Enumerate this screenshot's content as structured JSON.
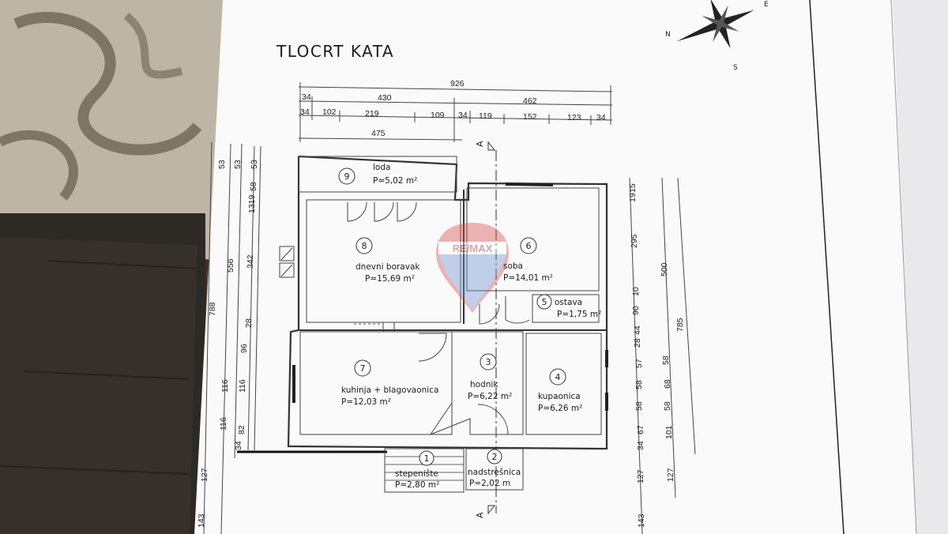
{
  "title": "TLOCRT KATA",
  "compass": {
    "north": "N",
    "south": "S",
    "east": "E"
  },
  "watermark": {
    "brand": "RE/MAX"
  },
  "rooms": [
    {
      "num": "1",
      "name": "stepenište",
      "area": "P=2,80 m²"
    },
    {
      "num": "2",
      "name": "nadstrešnica",
      "area": "P=2,02 m"
    },
    {
      "num": "3",
      "name": "hodnik",
      "area": "P=6,22 m²"
    },
    {
      "num": "4",
      "name": "kupaonica",
      "area": "P=6,26 m²"
    },
    {
      "num": "5",
      "name": "ostava",
      "area": "P=1,75 m²"
    },
    {
      "num": "6",
      "name": "soba",
      "area": "P=14,01 m²"
    },
    {
      "num": "7",
      "name": "kuhinja + blagovaonica",
      "area": "P=12,03 m²"
    },
    {
      "num": "8",
      "name": "dnevni boravak",
      "area": "P=15,69 m²"
    },
    {
      "num": "9",
      "name": "loda",
      "area": "P=5,02 m²"
    }
  ],
  "dims_top": {
    "row1": [
      "926"
    ],
    "row2": [
      "34",
      "430",
      "462"
    ],
    "row3": [
      "34",
      "102",
      "219",
      "109",
      "34",
      "119",
      "152",
      "123",
      "34"
    ],
    "row4": [
      "475"
    ]
  },
  "dims_left": {
    "outer": [
      "788",
      "143"
    ],
    "mid": [
      "53",
      "556",
      "116",
      "116",
      "127"
    ],
    "inner": [
      "53",
      "1319",
      "58",
      "342",
      "28",
      "96",
      "116",
      "82",
      "34"
    ]
  },
  "dims_right": {
    "near": [
      "15",
      "19",
      "295",
      "10",
      "90",
      "44",
      "28",
      "57",
      "58",
      "58",
      "67",
      "34",
      "127",
      "143"
    ],
    "far": [
      "500",
      "58",
      "68",
      "58",
      "101",
      "127"
    ],
    "outer": [
      "785"
    ]
  },
  "section_mark": "A"
}
